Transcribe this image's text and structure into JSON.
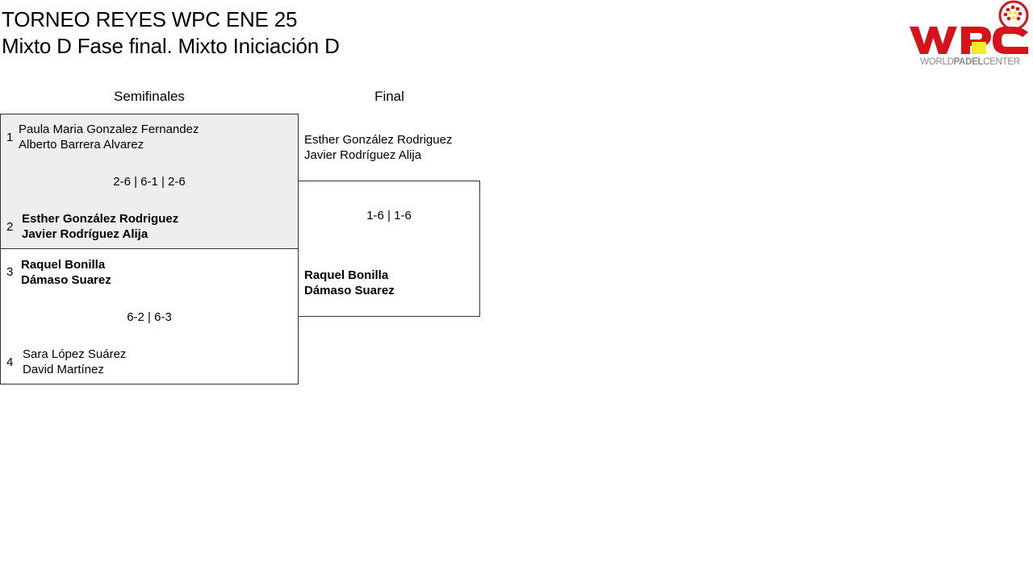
{
  "header": {
    "title": "TORNEO REYES WPC ENE 25",
    "subtitle": "Mixto D Fase final. Mixto Iniciación D"
  },
  "logo": {
    "text_part1": "WORLD",
    "text_part2": "PADEL",
    "text_part3": "CENTER",
    "colors": {
      "red": "#d6121a",
      "yellow": "#f5ea2a",
      "gray": "#8a8a8a"
    }
  },
  "rounds": {
    "semis_label": "Semifinales",
    "final_label": "Final"
  },
  "semifinal1": {
    "pair1": {
      "seed": "1",
      "player1": "Paula Maria Gonzalez Fernandez",
      "player2": "Alberto Barrera Alvarez"
    },
    "score": "2-6 | 6-1 | 2-6",
    "pair2": {
      "seed": "2",
      "player1": "Esther González Rodriguez",
      "player2": "Javier Rodríguez Alija"
    }
  },
  "semifinal2": {
    "pair1": {
      "seed": "3",
      "player1": "Raquel Bonilla",
      "player2": "Dámaso Suarez"
    },
    "score": "6-2 | 6-3",
    "pair2": {
      "seed": "4",
      "player1": "Sara López Suárez",
      "player2": "David Martínez"
    }
  },
  "final": {
    "pair1": {
      "player1": "Esther González Rodriguez",
      "player2": "Javier Rodríguez Alija"
    },
    "score": "1-6 | 1-6",
    "pair2": {
      "player1": "Raquel Bonilla",
      "player2": "Dámaso Suarez"
    }
  },
  "colors": {
    "shaded_bg": "#eeeeee",
    "border": "#333333"
  }
}
